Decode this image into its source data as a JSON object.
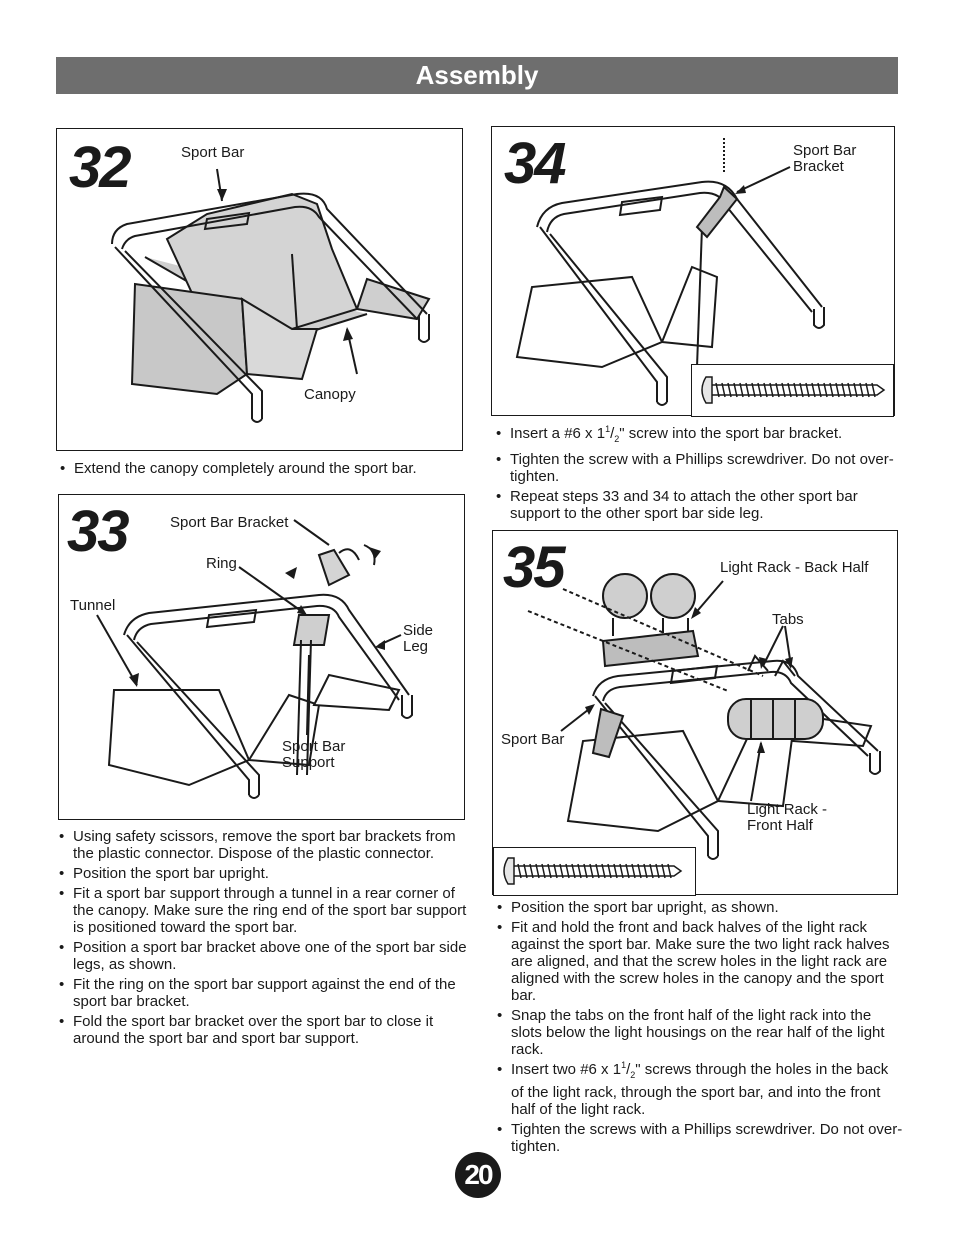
{
  "header": {
    "title": "Assembly"
  },
  "steps": [
    {
      "number": "32",
      "callouts": {
        "sport_bar": "Sport Bar",
        "canopy": "Canopy"
      },
      "instructions": [
        "Extend the canopy completely around the sport bar."
      ]
    },
    {
      "number": "33",
      "callouts": {
        "sport_bar_bracket": "Sport Bar Bracket",
        "ring": "Ring",
        "tunnel": "Tunnel",
        "side_leg_1": "Side",
        "side_leg_2": "Leg",
        "sport_bar_support_1": "Sport Bar",
        "sport_bar_support_2": "Support"
      },
      "instructions": [
        "Using safety scissors, remove the sport bar brackets from the plastic connector. Dispose of the plastic connector.",
        "Position the sport bar upright.",
        "Fit a sport bar support through a tunnel in a rear corner of the canopy. Make sure the ring end of the sport bar support is positioned toward the sport bar.",
        "Position a sport bar bracket above one of the sport bar side legs, as shown.",
        "Fit the ring on the sport bar support against the end of the sport bar bracket.",
        "Fold the sport bar bracket over the sport bar to close it around the sport bar and sport bar support."
      ]
    },
    {
      "number": "34",
      "callouts": {
        "sport_bar_bracket_1": "Sport Bar",
        "sport_bar_bracket_2": "Bracket"
      },
      "instructions": [
        {
          "before": "Insert a #6 x 1",
          "sup1": "1",
          "slash": "/",
          "sup2": "2",
          "after": "\" screw into the sport bar bracket."
        },
        "Tighten the screw with a Phillips screwdriver. Do not over-tighten.",
        "Repeat steps 33 and 34 to attach the other sport bar support to the other sport bar side leg."
      ]
    },
    {
      "number": "35",
      "callouts": {
        "light_rack_back_half": "Light Rack - Back Half",
        "tabs": "Tabs",
        "sport_bar": "Sport Bar",
        "light_rack_front_half_1": "Light Rack -",
        "light_rack_front_half_2": "Front Half"
      },
      "instructions": [
        "Position the sport bar upright, as shown.",
        "Fit and hold the front and back halves of the light rack against the sport bar. Make sure the two light rack halves are aligned, and that the screw holes in the light rack are aligned with the screw holes in the canopy and the sport bar.",
        "Snap the tabs on the front half of the light rack into the slots below the light housings on the rear half of the light rack.",
        {
          "before": "Insert two #6 x 1",
          "sup1": "1",
          "slash": "/",
          "sup2": "2",
          "after": "\" screws through the holes in the back of the light rack, through the sport bar, and into the front half of the light rack."
        },
        "Tighten the screws with a Phillips screwdriver. Do not over-tighten."
      ]
    }
  ],
  "footer": {
    "page_number": "20"
  }
}
